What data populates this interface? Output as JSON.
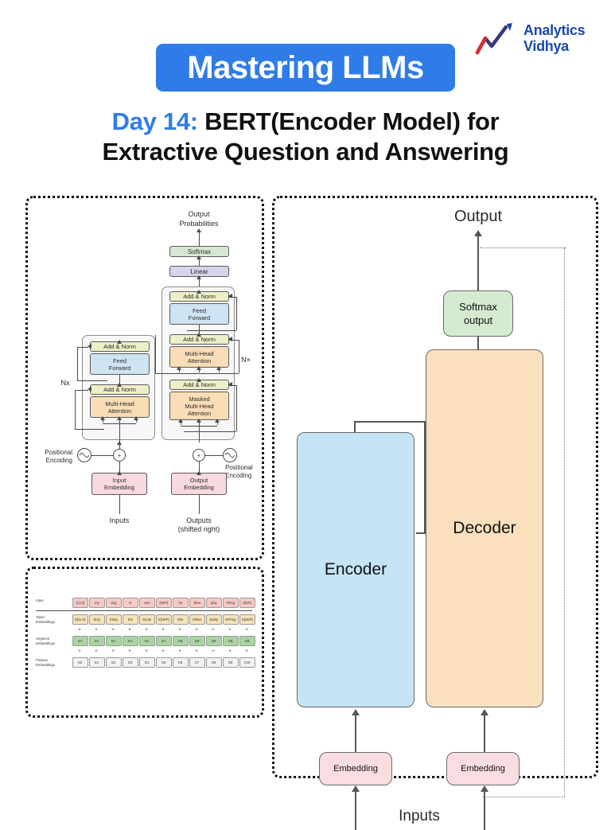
{
  "header": {
    "logo": {
      "name": "analytics-vidhya-logo",
      "line1": "Analytics",
      "line2": "Vidhya"
    },
    "banner_title": "Mastering LLMs",
    "banner_color": "#2f7ce8",
    "subtitle_day": "Day 14:",
    "subtitle_rest": " BERT(Encoder Model) for",
    "subtitle_line2": "Extractive Question and Answering"
  },
  "panels": {
    "transformer": {
      "name": "transformer-architecture-diagram",
      "labels": {
        "output_probabilities_l1": "Output",
        "output_probabilities_l2": "Probabilities",
        "nx_left": "Nx",
        "nx_right": "N×",
        "pos_enc_left_l1": "Positional",
        "pos_enc_left_l2": "Encoding",
        "pos_enc_right_l1": "Positional",
        "pos_enc_right_l2": "Encoding",
        "inputs": "Inputs",
        "outputs_l1": "Outputs",
        "outputs_l2": "(shifted right)",
        "plus": "+"
      },
      "blocks": {
        "softmax": "Softmax",
        "linear": "Linear",
        "add_norm": "Add & Norm",
        "feed_forward_l1": "Feed",
        "feed_forward_l2": "Forward",
        "multi_head_l1": "Multi-Head",
        "multi_head_l2": "Attention",
        "masked_l1": "Masked",
        "masked_l2": "Multi-Head",
        "masked_l3": "Attention",
        "input_embedding_l1": "Input",
        "input_embedding_l2": "Embedding",
        "output_embedding_l1": "Output",
        "output_embedding_l2": "Embedding"
      },
      "colors": {
        "softmax": "#d7e8d2",
        "linear": "#d5d5ea",
        "add_norm": "#eeefc8",
        "feed_forward": "#cfe4f3",
        "attention": "#f8ddb6",
        "embedding": "#f7d9de"
      }
    },
    "bert_embeddings": {
      "name": "bert-input-representation-diagram",
      "row_labels": [
        {
          "l1": "Input",
          "l2": ""
        },
        {
          "l1": "Token",
          "l2": "Embeddings"
        },
        {
          "l1": "Segment",
          "l2": "Embeddings"
        },
        {
          "l1": "Position",
          "l2": "Embeddings"
        }
      ],
      "input_tokens": [
        "[CLS]",
        "my",
        "dog",
        "is",
        "cute",
        "[SEP]",
        "he",
        "likes",
        "play",
        "##ing",
        "[SEP]"
      ],
      "token_embeddings": [
        "E[CLS]",
        "Emy",
        "Edog",
        "Eis",
        "Ecute",
        "E[SEP]",
        "Ehe",
        "Elikes",
        "Eplay",
        "E##ing",
        "E[SEP]"
      ],
      "segment_embeddings": [
        "EA",
        "EA",
        "EA",
        "EA",
        "EA",
        "EA",
        "EB",
        "EB",
        "EB",
        "EB",
        "EB"
      ],
      "position_embeddings": [
        "E0",
        "E1",
        "E2",
        "E3",
        "E4",
        "E5",
        "E6",
        "E7",
        "E8",
        "E9",
        "E10"
      ],
      "plus": "+",
      "colors": {
        "input": "#f6c9c6",
        "token": "#f6e3b8",
        "segment": "#a9d6a0",
        "position": "#f2f2f2"
      }
    },
    "encoder_decoder": {
      "name": "encoder-decoder-diagram",
      "output_label": "Output",
      "softmax_l1": "Softmax",
      "softmax_l2": "output",
      "decoder_label": "Decoder",
      "encoder_label": "Encoder",
      "embedding_left": "Embedding",
      "embedding_right": "Embedding",
      "inputs_label": "Inputs",
      "colors": {
        "encoder": "#c5e4f5",
        "decoder": "#fbe0bd",
        "softmax": "#d4ebd0",
        "embedding": "#fadde1"
      }
    }
  }
}
